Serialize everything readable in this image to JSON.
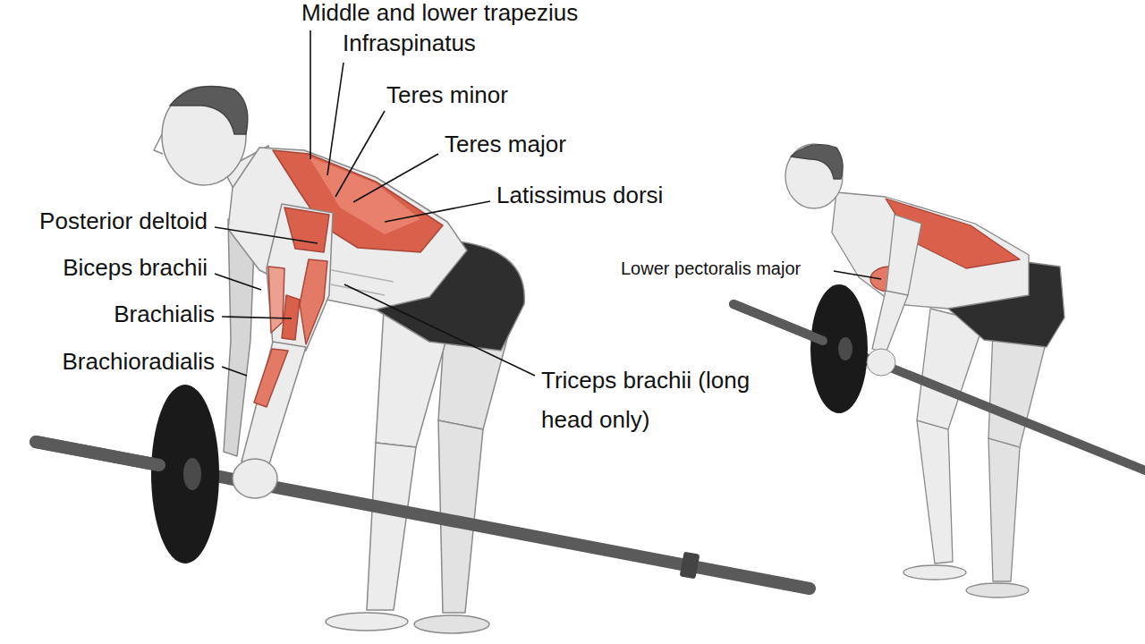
{
  "diagram": {
    "labels": [
      "Middle and lower trapezius",
      "Infraspinatus",
      "Teres minor",
      "Teres major",
      "Latissimus dorsi",
      "Posterior deltoid",
      "Biceps brachii",
      "Brachialis",
      "Brachioradialis",
      "Triceps brachii (long head only)",
      "Lower pectoralis major"
    ]
  }
}
